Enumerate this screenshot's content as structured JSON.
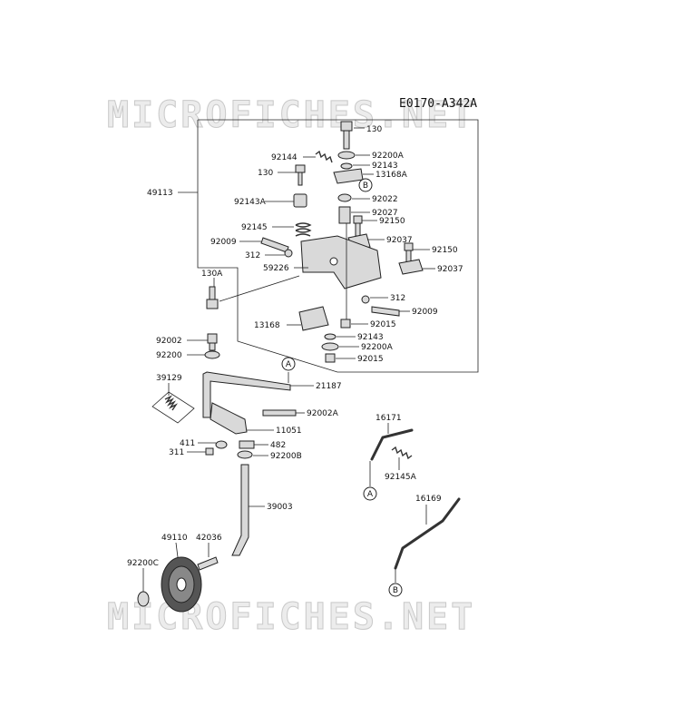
{
  "diagram_code": "E0170-A342A",
  "watermark": "MICROFICHES.NET",
  "labels": {
    "p130_top": "130",
    "p92200A_top": "92200A",
    "p92144": "92144",
    "p92143_top": "92143",
    "p130_mid": "130",
    "p13168A": "13168A",
    "p49113": "49113",
    "p92143A": "92143A",
    "p92022": "92022",
    "p92027": "92027",
    "p92150_a": "92150",
    "p92145": "92145",
    "p92009_a": "92009",
    "p92037_a": "92037",
    "p92150_b": "92150",
    "p312_a": "312",
    "p59226": "59226",
    "p92037_b": "92037",
    "p130A": "130A",
    "p312_b": "312",
    "p92009_b": "92009",
    "p13168": "13168",
    "p92015_a": "92015",
    "p92002": "92002",
    "p92143_b": "92143",
    "p92200": "92200",
    "p92200A_b": "92200A",
    "p92015_b": "92015",
    "p39129": "39129",
    "p21187": "21187",
    "p92002A": "92002A",
    "p11051": "11051",
    "p411": "411",
    "p482": "482",
    "p311": "311",
    "p92200B": "92200B",
    "p16171": "16171",
    "p92145A": "92145A",
    "p39003": "39003",
    "p16169": "16169",
    "p49110": "49110",
    "p42036": "42036",
    "p92200C": "92200C"
  },
  "callouts": {
    "a": "A",
    "b": "B"
  }
}
